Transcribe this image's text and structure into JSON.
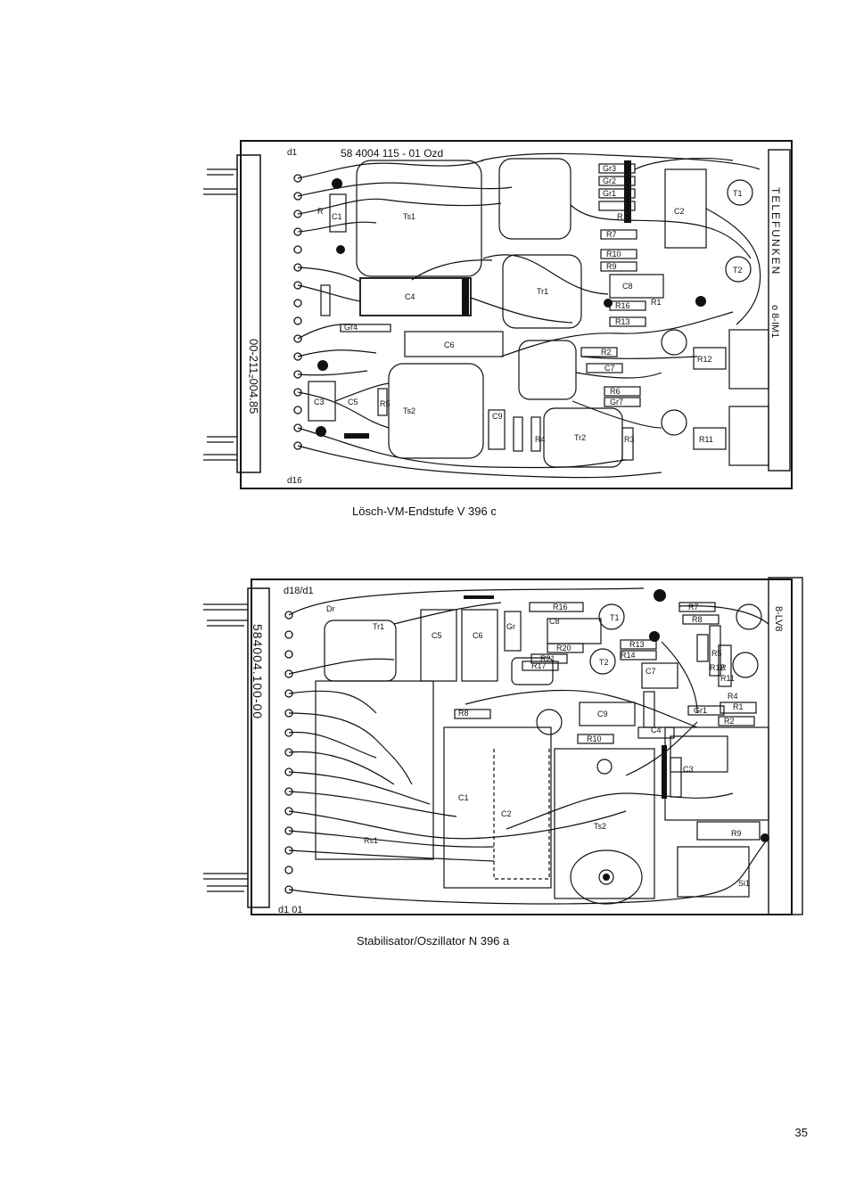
{
  "boards": [
    {
      "caption": "Lösch-VM-Endstufe  V 396 c",
      "part_number": "58 4004 115 - 01 Ozd",
      "side_number": "00-211₂004.85",
      "brand": "TELEFUNKEN",
      "variant": "o 8-IM1",
      "pin_first": "d1",
      "pin_last": "d16",
      "labels": [
        "C1",
        "R",
        "C4",
        "C6",
        "C3",
        "C5",
        "R5",
        "Gr4",
        "Gr3",
        "Gr2",
        "Gr1",
        "R",
        "C2",
        "R7",
        "R10",
        "R9",
        "C8",
        "R1",
        "R16",
        "R13",
        "R2",
        "C7",
        "R6",
        "Gr7",
        "R3",
        "R4",
        "R12",
        "R11",
        "T1",
        "T2",
        "Ts1",
        "Ts2",
        "Tr1",
        "Tr2",
        "C9"
      ]
    },
    {
      "caption": "Stabilisator/Oszillator  N 396 a",
      "part_number": "584004.100-00",
      "board_code": "8-LV8",
      "pin_first": "d18/d1",
      "pin_last": "d1 01",
      "labels": [
        "Dr",
        "Tr1",
        "C5",
        "C6",
        "R16",
        "Gr",
        "C8",
        "R20",
        "R21",
        "R17",
        "R13",
        "R14",
        "C7",
        "R8",
        "R7",
        "R",
        "R5",
        "T1",
        "T2",
        "Gr1",
        "R1",
        "R2",
        "R4",
        "C9",
        "R10",
        "R8",
        "C4",
        "C3",
        "R9",
        "C1",
        "C2",
        "Ts2",
        "Rs1",
        "Si1",
        "R11",
        "R12"
      ]
    }
  ],
  "page_number": "35"
}
